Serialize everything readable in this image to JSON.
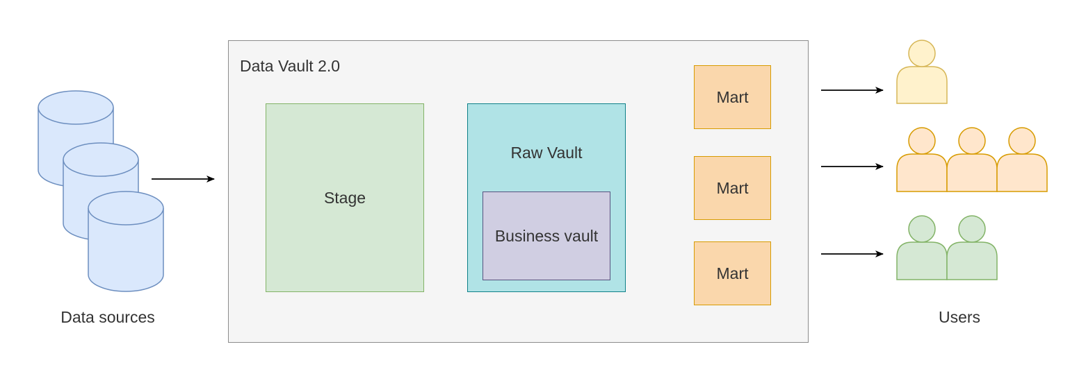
{
  "container": {
    "title": "Data Vault 2.0"
  },
  "stage": {
    "label": "Stage"
  },
  "raw_vault": {
    "label": "Raw Vault"
  },
  "business_vault": {
    "label": "Business vault"
  },
  "marts": [
    {
      "label": "Mart"
    },
    {
      "label": "Mart"
    },
    {
      "label": "Mart"
    }
  ],
  "sources": {
    "label": "Data sources",
    "icon": "database-cylinder-icon",
    "count": 3
  },
  "users": {
    "label": "Users",
    "groups": [
      {
        "count": 1,
        "icon": "user-icon"
      },
      {
        "count": 3,
        "icon": "user-icon"
      },
      {
        "count": 2,
        "icon": "user-icon"
      }
    ]
  },
  "colors": {
    "container_fill": "#f5f5f5",
    "container_stroke": "#8c8c8c",
    "stage_fill": "#d5e8d4",
    "stage_stroke": "#82b366",
    "raw_vault_fill": "#b0e3e6",
    "raw_vault_stroke": "#0e8088",
    "business_vault_fill": "#d0cee2",
    "business_vault_stroke": "#56517e",
    "mart_fill": "#fad7ac",
    "mart_stroke": "#d79b00",
    "db_fill": "#dae8fc",
    "db_stroke": "#6c8ebf",
    "user_yellow_fill": "#fff2cc",
    "user_yellow_stroke": "#d6b656",
    "user_orange_fill": "#ffe6cc",
    "user_orange_stroke": "#d79b00",
    "user_green_fill": "#d5e8d4",
    "user_green_stroke": "#82b366",
    "arrow": "#000000"
  }
}
